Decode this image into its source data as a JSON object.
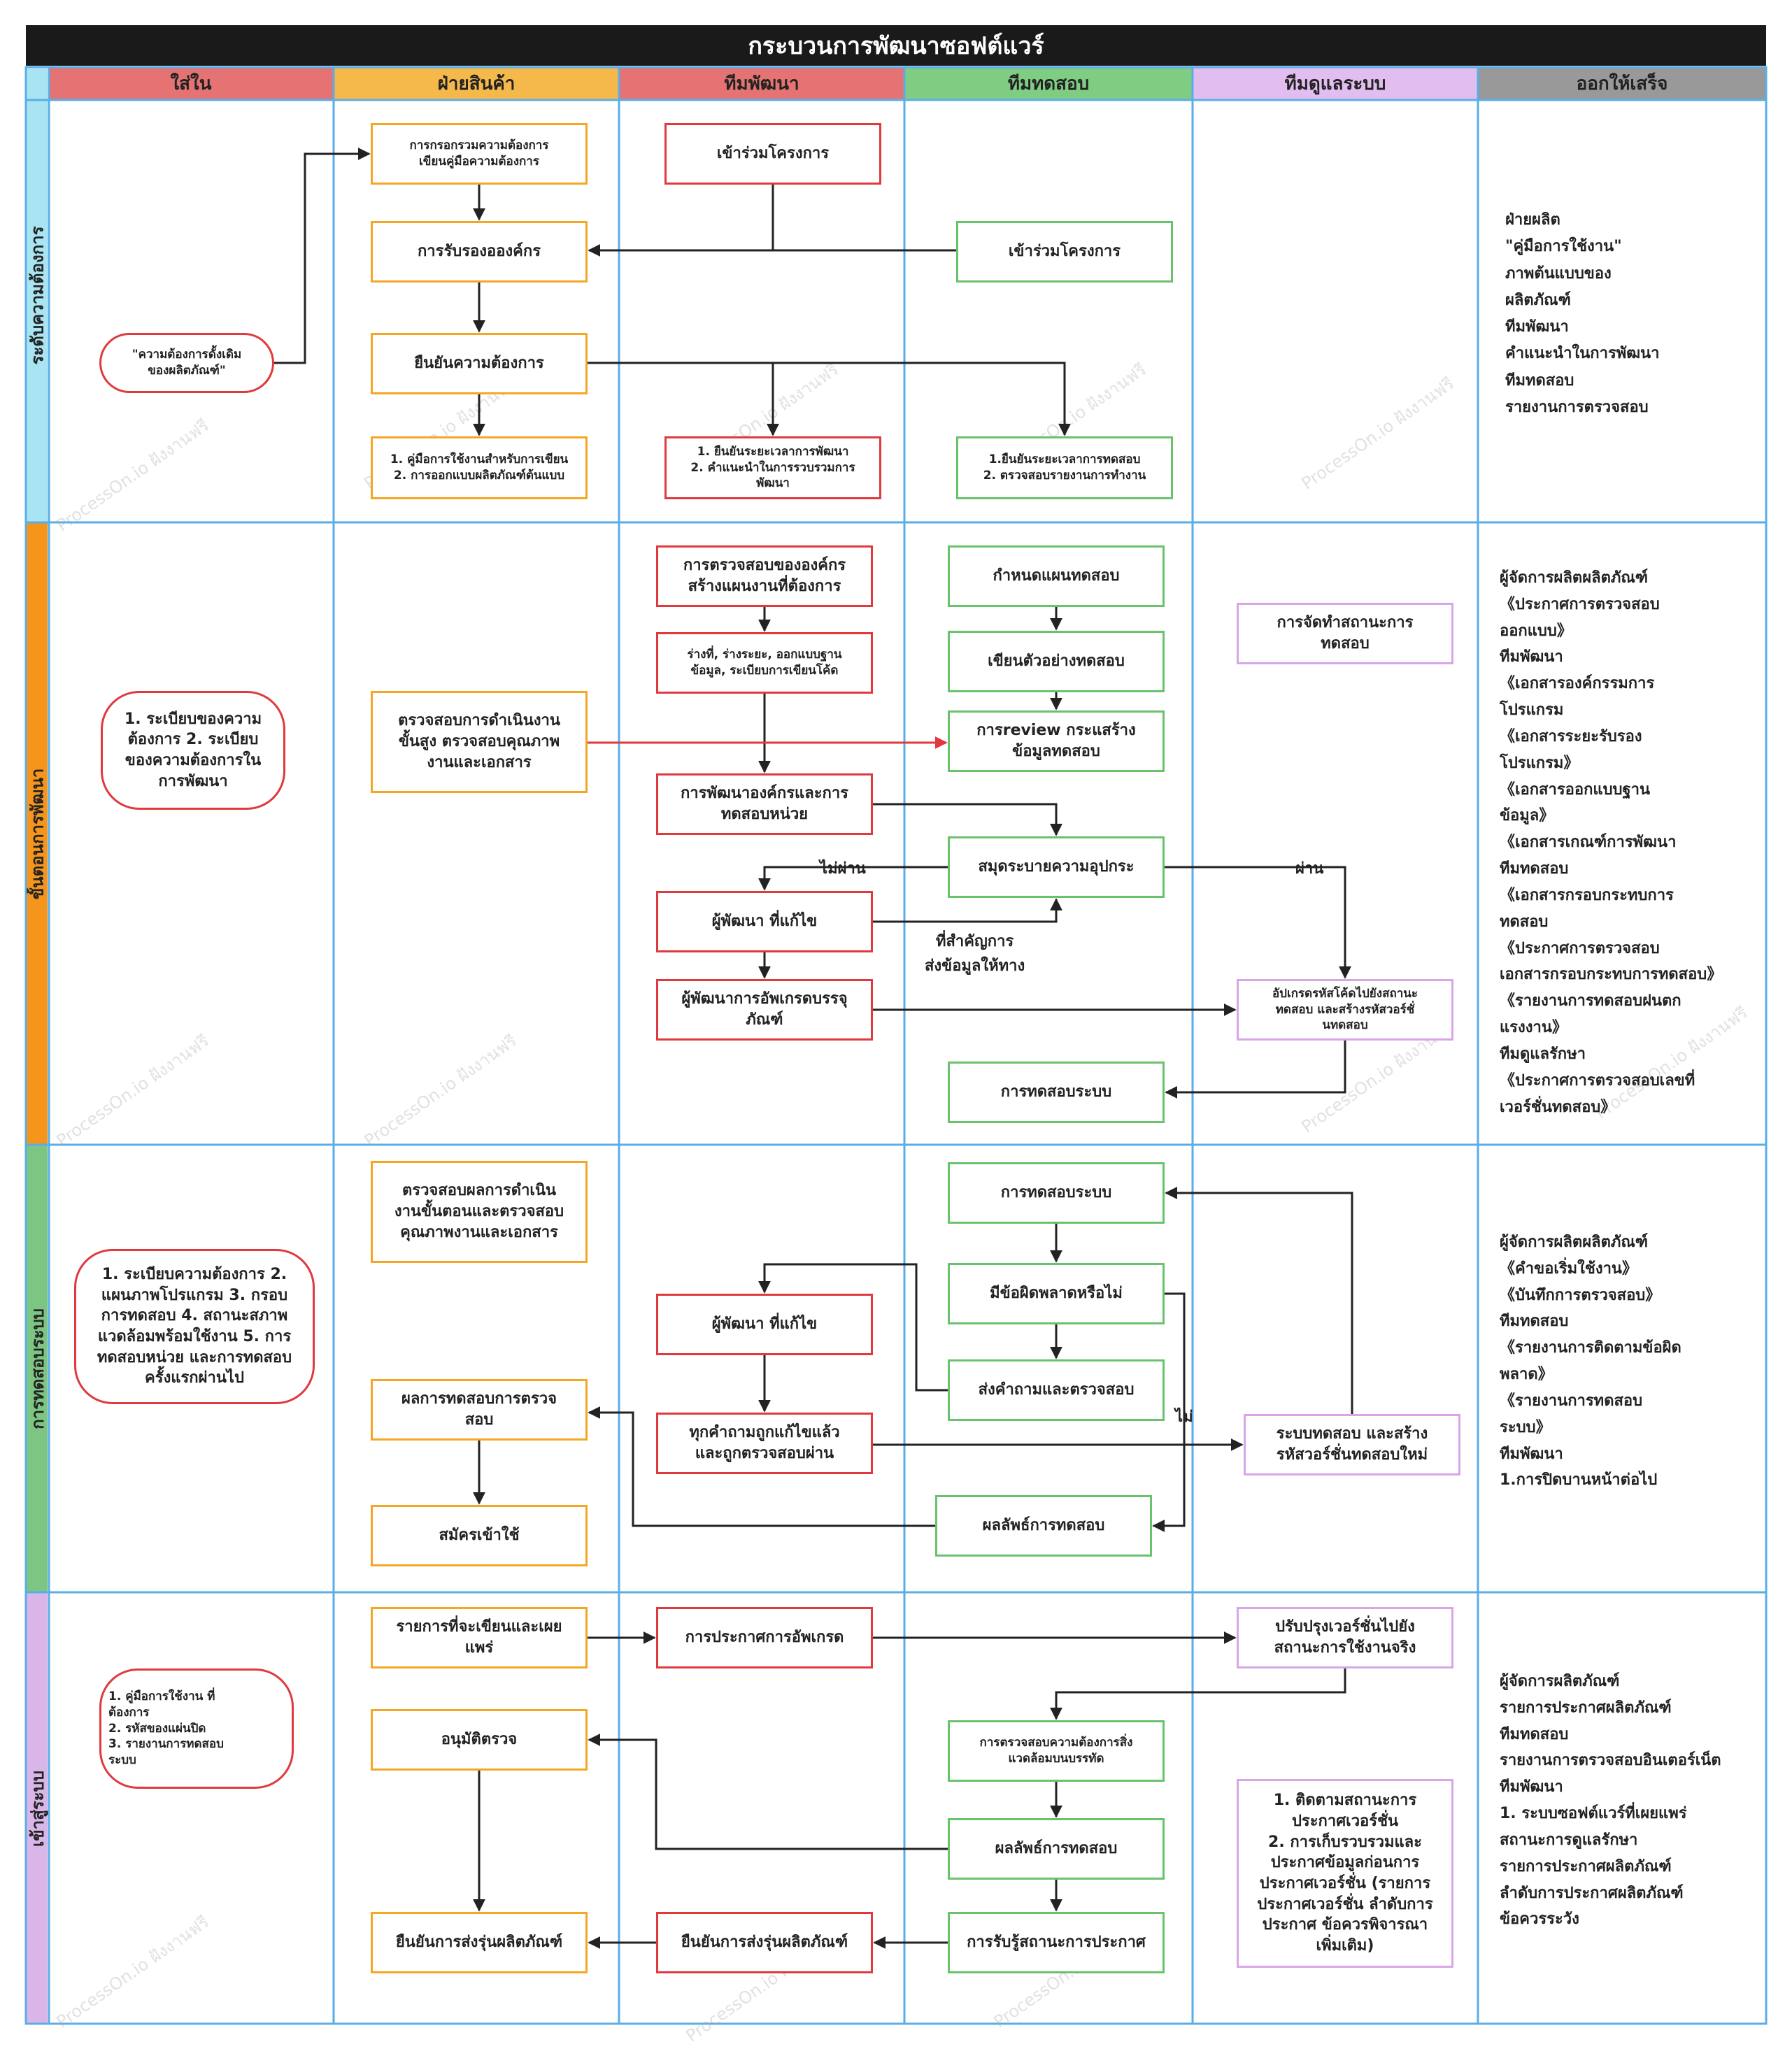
{
  "title": "กระบวนการพัฒนาซอฟต์แวร์",
  "columns": [
    "ใส่ใน",
    "ฝ่ายสินค้า",
    "ทีมพัฒนา",
    "ทีมทดสอบ",
    "ทีมดูแลระบบ",
    "ออกให้เสร็จ"
  ],
  "stages": [
    "ระดับความต้องการ",
    "ขั้นตอนการพัฒนา",
    "การทดสอบระบบ",
    "เข้าสู่ระบบ"
  ],
  "watermark": "ProcessOn.io ฝังงานฟรี",
  "colors": {
    "orange": "#f5a623",
    "red": "#e0393e",
    "green": "#6ac26d",
    "purple": "#d8a6e6",
    "blue": "#5aaee8"
  },
  "nodes": {
    "r1_input": "\"ความต้องการดั้งเดิม\nของผลิตภัณฑ์\"",
    "r1_collect": "การกรอกรวมความต้องการ\nเขียนคู่มือความต้องการ",
    "r1_accept": "การรับรองอองค์กร",
    "r1_confirm": "ยืนยันความต้องการ",
    "r1_prod_out": "1. คู่มือการใช้งานสำหรับการเขียน\n2. การออกแบบผลิตภัณฑ์ต้นแบบ",
    "r1_dev_join": "เข้าร่วมโครงการ",
    "r1_dev_out": "1. ยืนยันระยะเวลาการพัฒนา\n2. คำแนะนำในการรวบรวมการ\nพัฒนา",
    "r1_test_join": "เข้าร่วมโครงการ",
    "r1_test_out": "1.ยืนยันระยะเวลาการทดสอบ\n2. ตรวจสอบรายงานการทำงาน",
    "r2_input": "1. ระเบียบของความ\nต้องการ 2. ระเบียบ\nของความต้องการใน\nการพัฒนา",
    "r2_prod": "ตรวจสอบการดำเนินงาน\nขั้นสูง ตรวจสอบคุณภาพ\nงานและเอกสาร",
    "r2_dev1": "การตรวจสอบขององค์กร\nสร้างแผนงานที่ต้องการ",
    "r2_dev2": "ร่างที่, ร่างระยะ, ออกแบบฐาน\nข้อมูล, ระเบียบการเขียนโค้ด",
    "r2_dev3": "การพัฒนาองค์กรและการ\nทดสอบหน่วย",
    "r2_dev4": "ผู้พัฒนา ที่แก้ไข",
    "r2_dev5": "ผู้พัฒนาการอัพเกรดบรรจุ\nภัณฑ์",
    "r2_test1": "กำหนดแผนทดสอบ",
    "r2_test2": "เขียนตัวอย่างทดสอบ",
    "r2_test3": "การreview กระแสร้าง\nข้อมูลทดสอบ",
    "r2_test4": "สมุดระบายความอุปกระ",
    "r2_test5": "การทดสอบระบบ",
    "r2_ops1": "การจัดทำสถานะการ\nทดสอบ",
    "r2_ops2": "อัปเกรดรหัสโค้ดไปยังสถานะ\nทดสอบ และสร้างรหัสวอร์ชั่\nนทดสอบ",
    "r3_input": "1. ระเบียบความต้องการ 2.\nแผนภาพโปรแกรม 3. กรอบ\nการทดสอบ 4. สถานะสภาพ\nแวดล้อมพร้อมใช้งาน 5. การ\nทดสอบหน่วย และการทดสอบ\nครั้งแรกผ่านไป",
    "r3_prod1": "ตรวจสอบผลการดำเนิน\nงานขั้นตอนและตรวจสอบ\nคุณภาพงานและเอกสาร",
    "r3_prod2": "ผลการทดสอบการตรวจ\nสอบ",
    "r3_prod3": "สมัครเข้าใช้",
    "r3_dev1": "ผู้พัฒนา ที่แก้ไข",
    "r3_dev2": "ทุกคำถามถูกแก้ไขแล้ว\nและถูกตรวจสอบผ่าน",
    "r3_test1": "การทดสอบระบบ",
    "r3_test2": "มีข้อผิดพลาดหรือไม่",
    "r3_test3": "ส่งคำถามและตรวจสอบ",
    "r3_test4": "ผลลัพธ์การทดสอบ",
    "r3_ops1": "ระบบทดสอบ และสร้าง\nรหัสวอร์ชั่นทดสอบใหม่",
    "r4_input": "1. คู่มือการใช้งาน ที่\nต้องการ\n2. รหัสของแผ่นปิด\n3. รายงานการทดสอบ\nระบบ",
    "r4_prod1": "รายการที่จะเขียนและเผย\nแพร่",
    "r4_prod2": "อนุมัติตรวจ",
    "r4_prod3": "ยืนยันการส่งรุ่นผลิตภัณฑ์",
    "r4_dev1": "การประกาศการอัพเกรด",
    "r4_dev2": "ยืนยันการส่งรุ่นผลิตภัณฑ์",
    "r4_test1": "การตรวจสอบความต้องการสิ่ง\nแวดล้อมบนบรรทัด",
    "r4_test2": "ผลลัพธ์การทดสอบ",
    "r4_test3": "การรับรู้สถานะการประกาศ",
    "r4_ops1": "ปรับปรุงเวอร์ชั่นไปยัง\nสถานะการใช้งานจริง",
    "r4_ops2": "1. ติดตามสถานะการ\nประกาศเวอร์ชั่น\n2. การเก็บรวบรวมและ\nประกาศข้อมูลก่อนการ\nประกาศเวอร์ชั่น (รายการ\nประกาศเวอร์ชั่น ลำดับการ\nประกาศ ข้อควรพิจารณา\nเพิ่มเติม)"
  },
  "outputs": {
    "r1": "ฝ่ายผลิต\n\"คู่มือการใช้งาน\"\nภาพต้นแบบของ\nผลิตภัณฑ์\nทีมพัฒนา\nคำแนะนำในการพัฒนา\nทีมทดสอบ\nรายงานการตรวจสอบ",
    "r2": "ผู้จัดการผลิตผลิตภัณฑ์\n        《ประกาศการตรวจสอบ\nออกแบบ》\nทีมพัฒนา\n        《เอกสารองค์กรรมการ\nโปรแกรม\n        《เอกสารระยะรับรอง\nโปรแกรม》\n        《เอกสารออกแบบฐาน\nข้อมูล》\n        《เอกสารเกณฑ์การพัฒนา\nทีมทดสอบ\n        《เอกสารกรอบกระทบการ\nทดสอบ\n        《ประกาศการตรวจสอบ\nเอกสารกรอบกระทบการทดสอบ》\n        《รายงานการทดสอบฝนตก\nแรงงาน》\nทีมดูแลรักษา\n        《ประกาศการตรวจสอบเลขที่\nเวอร์ชั่นทดสอบ》",
    "r3": "ผู้จัดการผลิตผลิตภัณฑ์\n        《คำขอเริ่มใช้งาน》\n        《บันทึกการตรวจสอบ》\nทีมทดสอบ\n        《รายงานการติดตามข้อผิด\nพลาด》\n        《รายงานการทดสอบ\nระบบ》\nทีมพัฒนา\n            1.การปิดบานหน้าต่อไป",
    "r4": "ผู้จัดการผลิตภัณฑ์\nรายการประกาศผลิตภัณฑ์\nทีมทดสอบ\nรายงานการตรวจสอบอินเตอร์เน็ต\nทีมพัฒนา\n1. ระบบซอฟต์แวร์ที่เผยแพร่\nสถานะการดูแลรักษา\nรายการประกาศผลิตภัณฑ์\nลำดับการประกาศผลิตภัณฑ์\nข้อควรระวัง"
  },
  "edge_labels": {
    "fail": "ไม่ผ่าน",
    "pass": "ผ่าน",
    "important": "ที่สำคัญการ\nส่งข้อมูลให้ทาง",
    "no": "ไม่"
  }
}
